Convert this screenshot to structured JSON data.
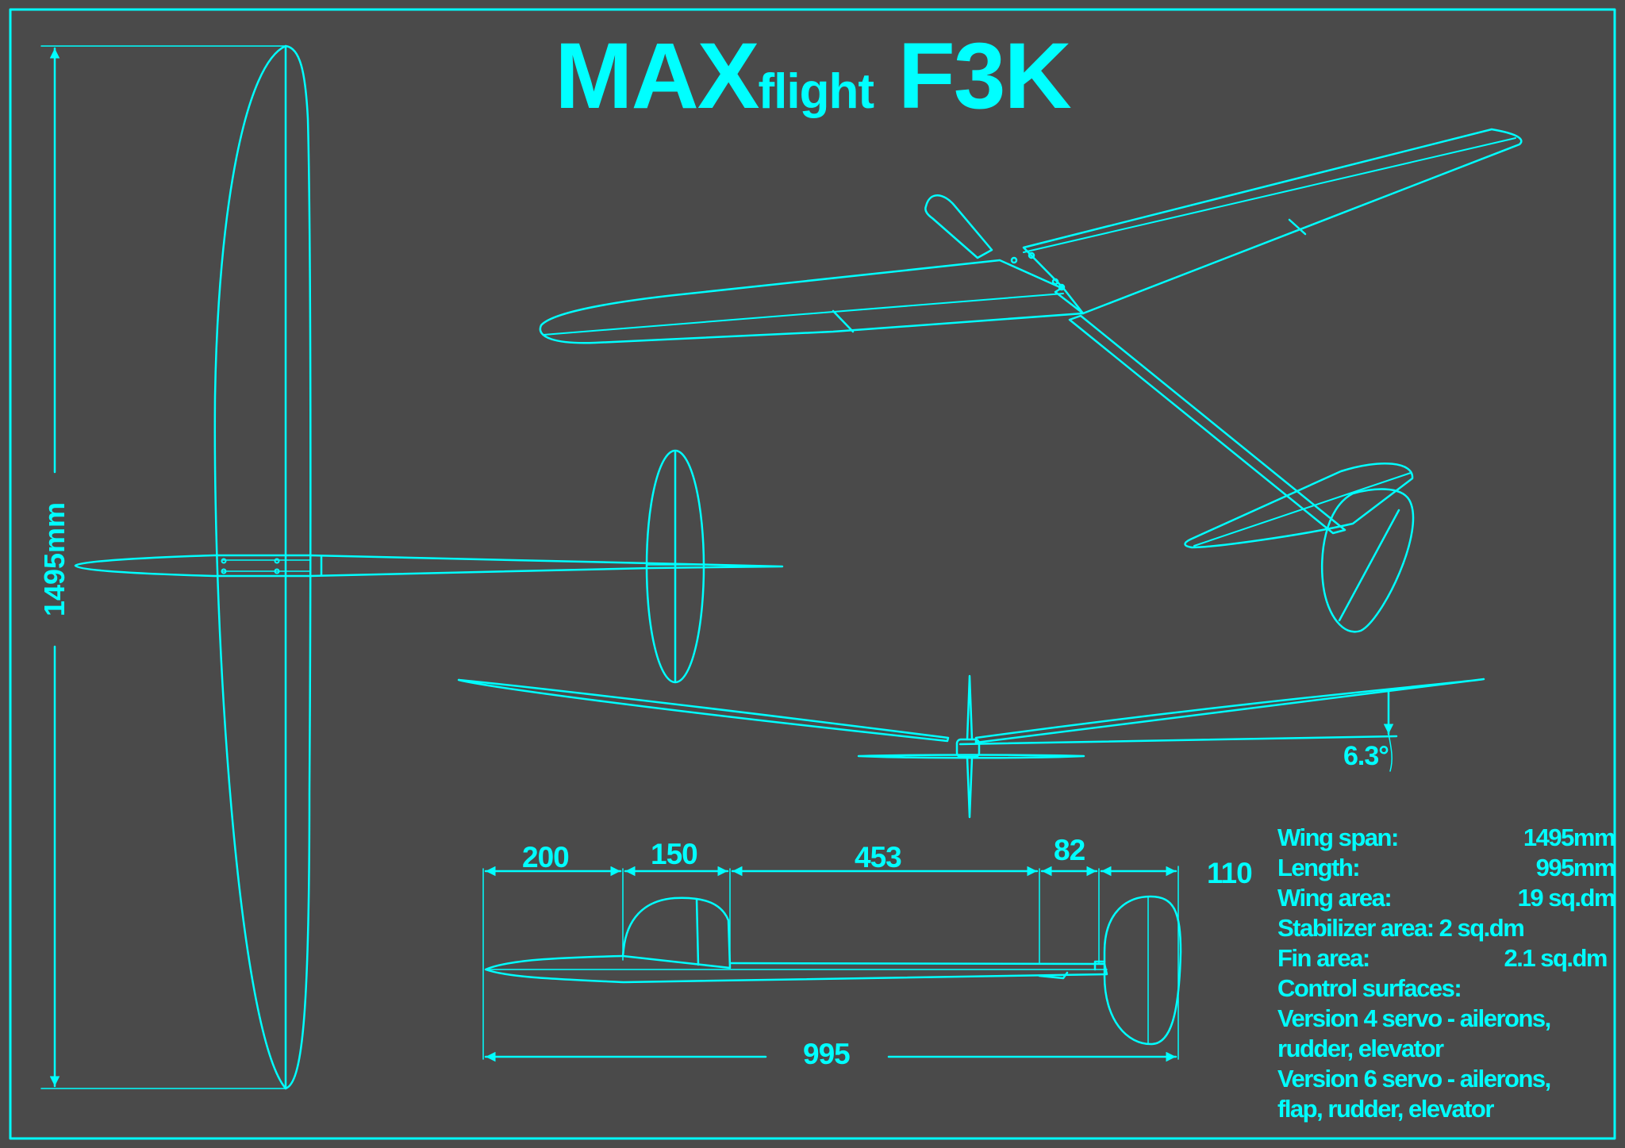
{
  "title": {
    "main": "MAX",
    "sub": "flight",
    "model": "F3K"
  },
  "colors": {
    "background": "#4a4a4a",
    "lines": "#00ffff"
  },
  "dimensions": {
    "span": "1495mm",
    "d1": "200",
    "d2": "150",
    "d3": "453",
    "d4": "82",
    "d5": "110",
    "length": "995",
    "dihedral": "6.3°"
  },
  "specs": [
    {
      "label": "Wing span:",
      "value": "1495mm"
    },
    {
      "label": "Length:",
      "value": "995mm"
    },
    {
      "label": "Wing area:",
      "value": "19  sq.dm"
    },
    {
      "label": "Stabilizer area: 2 sq.dm",
      "value": ""
    },
    {
      "label": "Fin area:",
      "value": "2.1 sq.dm"
    },
    {
      "label": "Control surfaces:",
      "value": ""
    },
    {
      "label": "Version 4 servo - ailerons,",
      "value": ""
    },
    {
      "label": "rudder, elevator",
      "value": ""
    },
    {
      "label": "Version 6 servo - ailerons,",
      "value": ""
    },
    {
      "label": "flap, rudder, elevator",
      "value": ""
    }
  ]
}
